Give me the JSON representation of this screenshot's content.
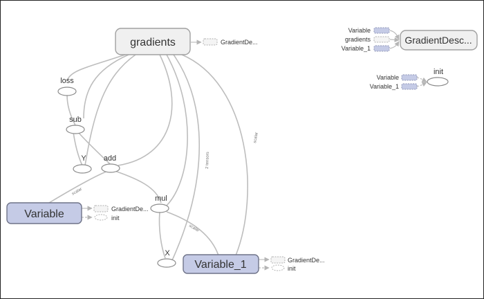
{
  "nodes": {
    "gradients": "gradients",
    "variable": "Variable",
    "variable_1": "Variable_1",
    "gradient_desc_main": "GradientDesc...",
    "loss": "loss",
    "sub": "sub",
    "y": "Y",
    "add": "add",
    "mul": "mul",
    "x": "X",
    "init": "init"
  },
  "stubs": {
    "gradients_out": "GradientDe...",
    "variable_out_1": "GradientDe...",
    "variable_out_2": "init",
    "variable_1_out_1": "GradientDe...",
    "variable_1_out_2": "init"
  },
  "edge_labels": {
    "variable_add": "scalar",
    "variable_1_gradients": "scalar",
    "gradients_tensors": "2 tensors",
    "mul_variable_1": "scalar"
  },
  "legend_gd": {
    "variable": "Variable",
    "gradients": "gradients",
    "variable_1": "Variable_1"
  },
  "legend_init": {
    "variable": "Variable",
    "variable_1": "Variable_1"
  },
  "colors": {
    "variable_fill": "#c5cbe6",
    "gradients_fill": "#f0f0f0",
    "edge": "#bdbdbd"
  }
}
